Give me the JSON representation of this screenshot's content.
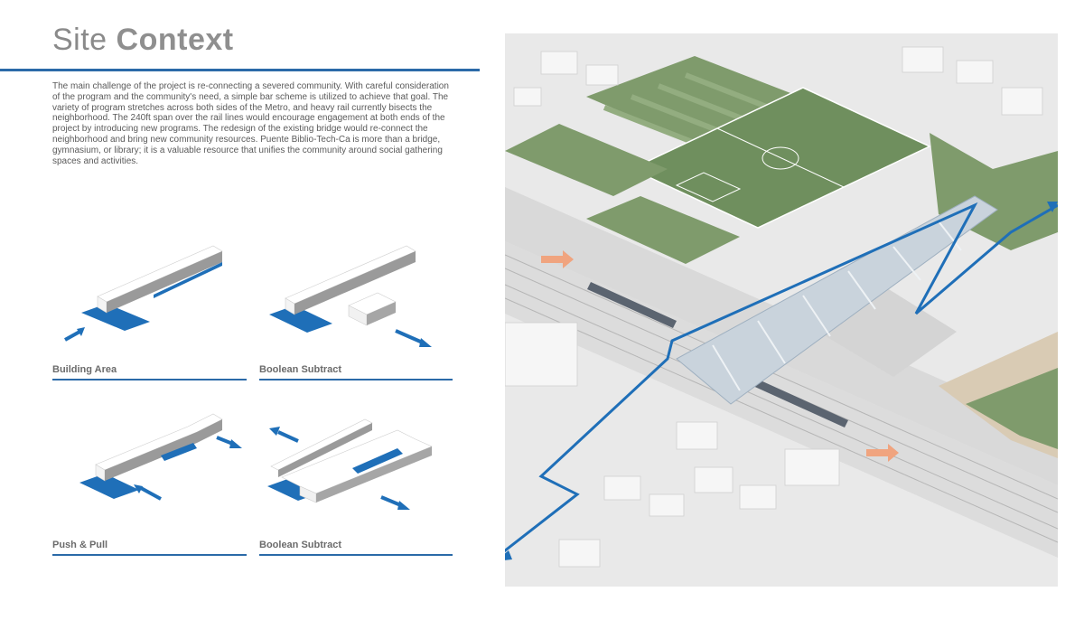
{
  "title": {
    "light": "Site",
    "bold": "Context"
  },
  "intro": "The main challenge of the project is re-connecting a severed community. With careful consideration of the program and the community's need, a simple bar scheme is utilized to achieve that goal. The variety of program stretches across both sides of the Metro, and heavy rail currently bisects the neighborhood. The 240ft span over the rail lines would encourage engagement at both ends of the project by introducing new programs. The redesign of the existing bridge would re-connect the neighborhood and bring new community resources. Puente Biblio-Tech-Ca is more than a bridge, gymnasium, or library; it is a valuable resource that unifies the community around social gathering spaces and activities.",
  "diagrams": [
    {
      "caption": "Building Area"
    },
    {
      "caption": "Boolean Subtract"
    },
    {
      "caption": "Push & Pull"
    },
    {
      "caption": "Boolean Subtract"
    }
  ],
  "colors": {
    "accent": "#2b6aa8",
    "massing_blue": "#1f6fb8",
    "field_green": "#6f8f5e",
    "turf_green": "#7f9b6c",
    "ground": "#e9e9e9",
    "parking": "#d4d4d4",
    "sand": "#d9cbb4",
    "arrow_orange": "#f0a47f"
  },
  "icons": {
    "arrow": "blue-direction-arrow-icon",
    "route": "blue-route-arrow-icon"
  }
}
